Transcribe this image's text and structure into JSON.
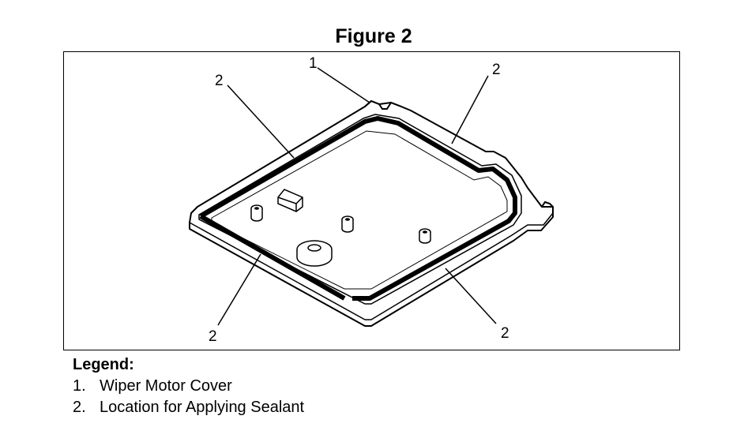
{
  "figure": {
    "title": "Figure 2"
  },
  "callouts": [
    {
      "label": "1"
    },
    {
      "label": "2"
    },
    {
      "label": "2"
    },
    {
      "label": "2"
    },
    {
      "label": "2"
    }
  ],
  "legend": {
    "title": "Legend:",
    "items": [
      {
        "num": "1.",
        "text": "Wiper Motor Cover"
      },
      {
        "num": "2.",
        "text": "Location for Applying Sealant"
      }
    ]
  }
}
